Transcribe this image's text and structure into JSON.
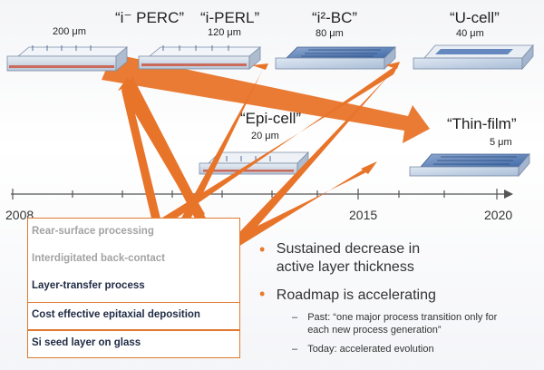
{
  "cells": [
    {
      "name": "“i⁻ PERC”",
      "thickness": "200 μm"
    },
    {
      "name": "“i-PERL”",
      "thickness": "120 μm"
    },
    {
      "name": "“i²-BC”",
      "thickness": "80 μm"
    },
    {
      "name": "“U-cell”",
      "thickness": "40 μm"
    },
    {
      "name": "“Epi-cell”",
      "thickness": "20 μm"
    },
    {
      "name": "“Thin-film”",
      "thickness": "5 μm"
    }
  ],
  "timeline": {
    "years": [
      "2008",
      "2015",
      "2020"
    ]
  },
  "processes": [
    "Rear-surface processing",
    "Interdigitated back-contact",
    "Layer-transfer process",
    "Cost effective epitaxial deposition",
    "Si seed layer on glass"
  ],
  "bullets": [
    "Sustained decrease in active layer thickness",
    "Roadmap is accelerating"
  ],
  "sub_bullets": [
    "Past: “one major process transition only for each new process generation”",
    "Today: accelerated evolution"
  ],
  "colors": {
    "accent": "#e8742a",
    "box_border": "#e07a30",
    "grey_text": "#a3a3a3",
    "dark_text": "#1f2a44"
  }
}
